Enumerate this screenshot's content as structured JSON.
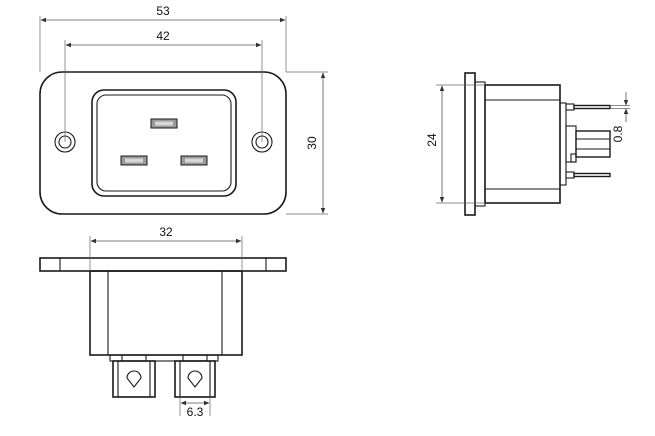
{
  "dimensions": {
    "overall_width": "53",
    "hole_spacing": "42",
    "overall_height": "30",
    "body_height": "24",
    "bottom_body_width": "32",
    "terminal_width": "6.3",
    "terminal_thickness": "0.8"
  }
}
